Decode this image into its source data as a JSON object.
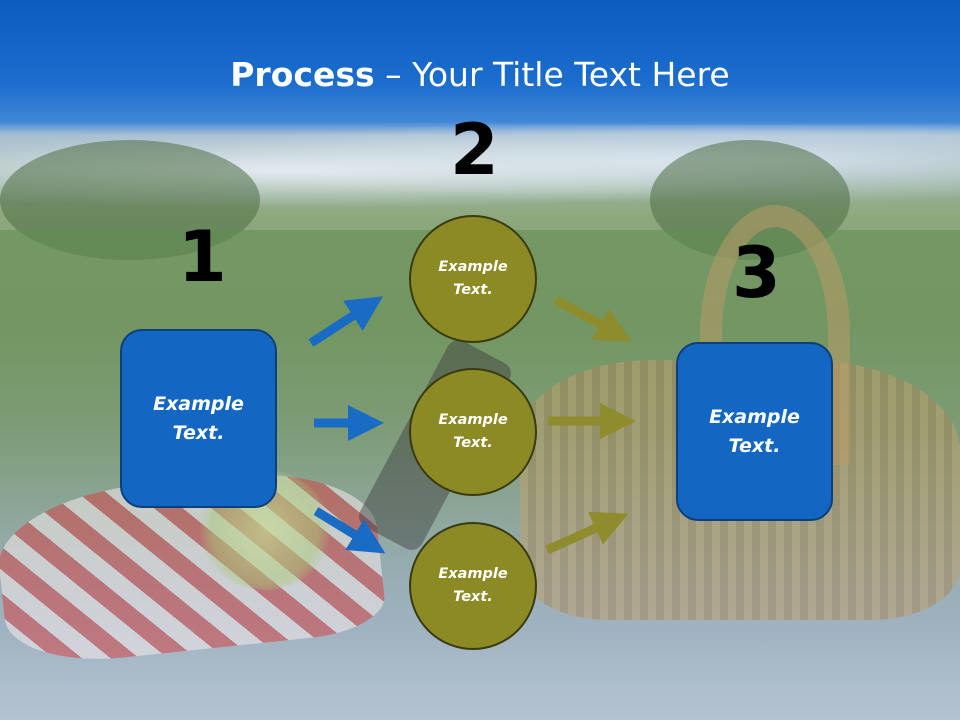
{
  "title": {
    "bold": "Process",
    "rest": " – Your Title Text Here"
  },
  "steps": {
    "one": "1",
    "two": "2",
    "three": "3"
  },
  "nodes": {
    "left_box": "Example Text.",
    "circle_top": "Example Text.",
    "circle_middle": "Example Text.",
    "circle_bottom": "Example Text.",
    "right_box": "Example Text."
  },
  "colors": {
    "header": "#1367c3",
    "box_fill": "#1367c3",
    "circle_fill": "#8b8a25",
    "blue_arrow": "#1a6bc4",
    "olive_arrow": "#8e8c2c"
  }
}
